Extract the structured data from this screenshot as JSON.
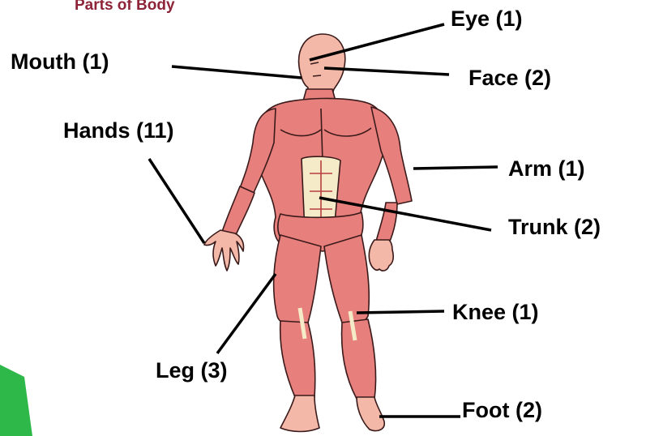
{
  "title": "Parts of Body",
  "labels": {
    "eye": "Eye (1)",
    "mouth": "Mouth (1)",
    "face": "Face (2)",
    "hands": "Hands (11)",
    "arm": "Arm (1)",
    "trunk": "Trunk (2)",
    "knee": "Knee (1)",
    "leg": "Leg (3)",
    "foot": "Foot (2)"
  },
  "colors": {
    "title": "#8e2438",
    "muscle": "#e77f7c",
    "muscle_dark": "#b8403f",
    "tendon": "#f5ebc8",
    "skin": "#f3b8a8",
    "leader_line": "#000000",
    "corner_accent": "#2fb84a"
  }
}
